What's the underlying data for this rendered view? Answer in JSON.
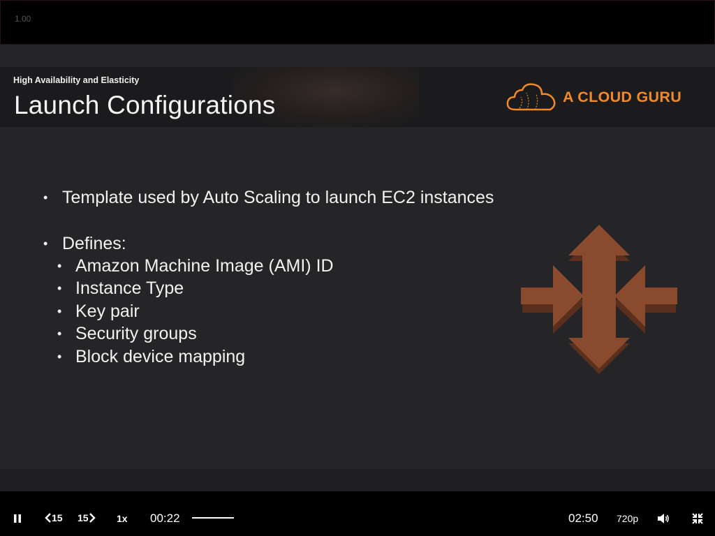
{
  "top_bar": {
    "speed_readout": "1.00"
  },
  "slide": {
    "section": "High Availability and Elasticity",
    "title": "Launch Configurations",
    "brand": "A CLOUD GURU",
    "bullets": [
      {
        "text": "Template used by Auto Scaling to launch EC2 instances",
        "level": 1
      },
      {
        "text": "Defines:",
        "level": 1
      },
      {
        "text": "Amazon Machine Image (AMI) ID",
        "level": 2
      },
      {
        "text": "Instance Type",
        "level": 2
      },
      {
        "text": "Key pair",
        "level": 2
      },
      {
        "text": "Security groups",
        "level": 2
      },
      {
        "text": "Block device mapping",
        "level": 2
      }
    ],
    "icon": "auto-scaling-arrows-icon",
    "brand_color": "#f0892b",
    "icon_color": "#8a4a2e"
  },
  "player": {
    "rewind_label": "15",
    "forward_label": "15",
    "playback_rate": "1x",
    "current_time": "00:22",
    "duration": "02:50",
    "quality": "720p",
    "play_state_icon": "pause-icon",
    "volume_icon": "volume-icon",
    "fullscreen_icon": "exit-fullscreen-icon"
  }
}
